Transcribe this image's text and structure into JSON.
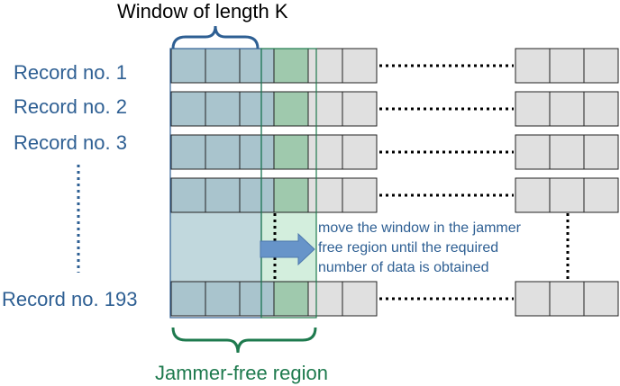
{
  "diagram": {
    "window_label": "Window of length K",
    "jammer_free_label": "Jammer-free region",
    "records": [
      {
        "label": "Record no. 1"
      },
      {
        "label": "Record no. 2"
      },
      {
        "label": "Record no. 3"
      },
      {
        "label": ""
      },
      {
        "label": "Record no. 193"
      }
    ],
    "note_lines": [
      "move the window in the jammer",
      "free region until the required",
      "number of data is obtained"
    ],
    "icons": {
      "ellipsis": "dotted-line",
      "move": "arrow-right-icon"
    },
    "colors": {
      "cell_gray": "#e0e0e0",
      "window_fill": "#a9c4cd",
      "jammer_free_fill": "#9fc9ad",
      "window_brace": "#2e5f93",
      "jammer_brace": "#1e7a4e",
      "record_text": "#2e5f93",
      "arrow": "#6794c9"
    }
  }
}
